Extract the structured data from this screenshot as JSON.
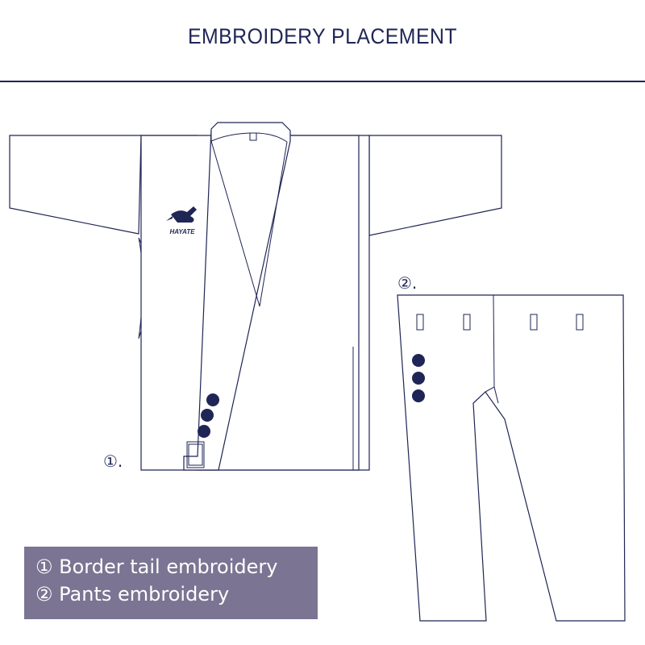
{
  "title": "EMBROIDERY PLACEMENT",
  "jacket": {
    "marker": "①.",
    "logo_text": "HAYATE"
  },
  "pants": {
    "marker": "②."
  },
  "legend": {
    "items": [
      "① Border tail embroidery",
      "② Pants embroidery"
    ]
  },
  "colors": {
    "navy": "#1f2555",
    "legend_bg": "#7b7593",
    "legend_text": "#ffffff"
  }
}
